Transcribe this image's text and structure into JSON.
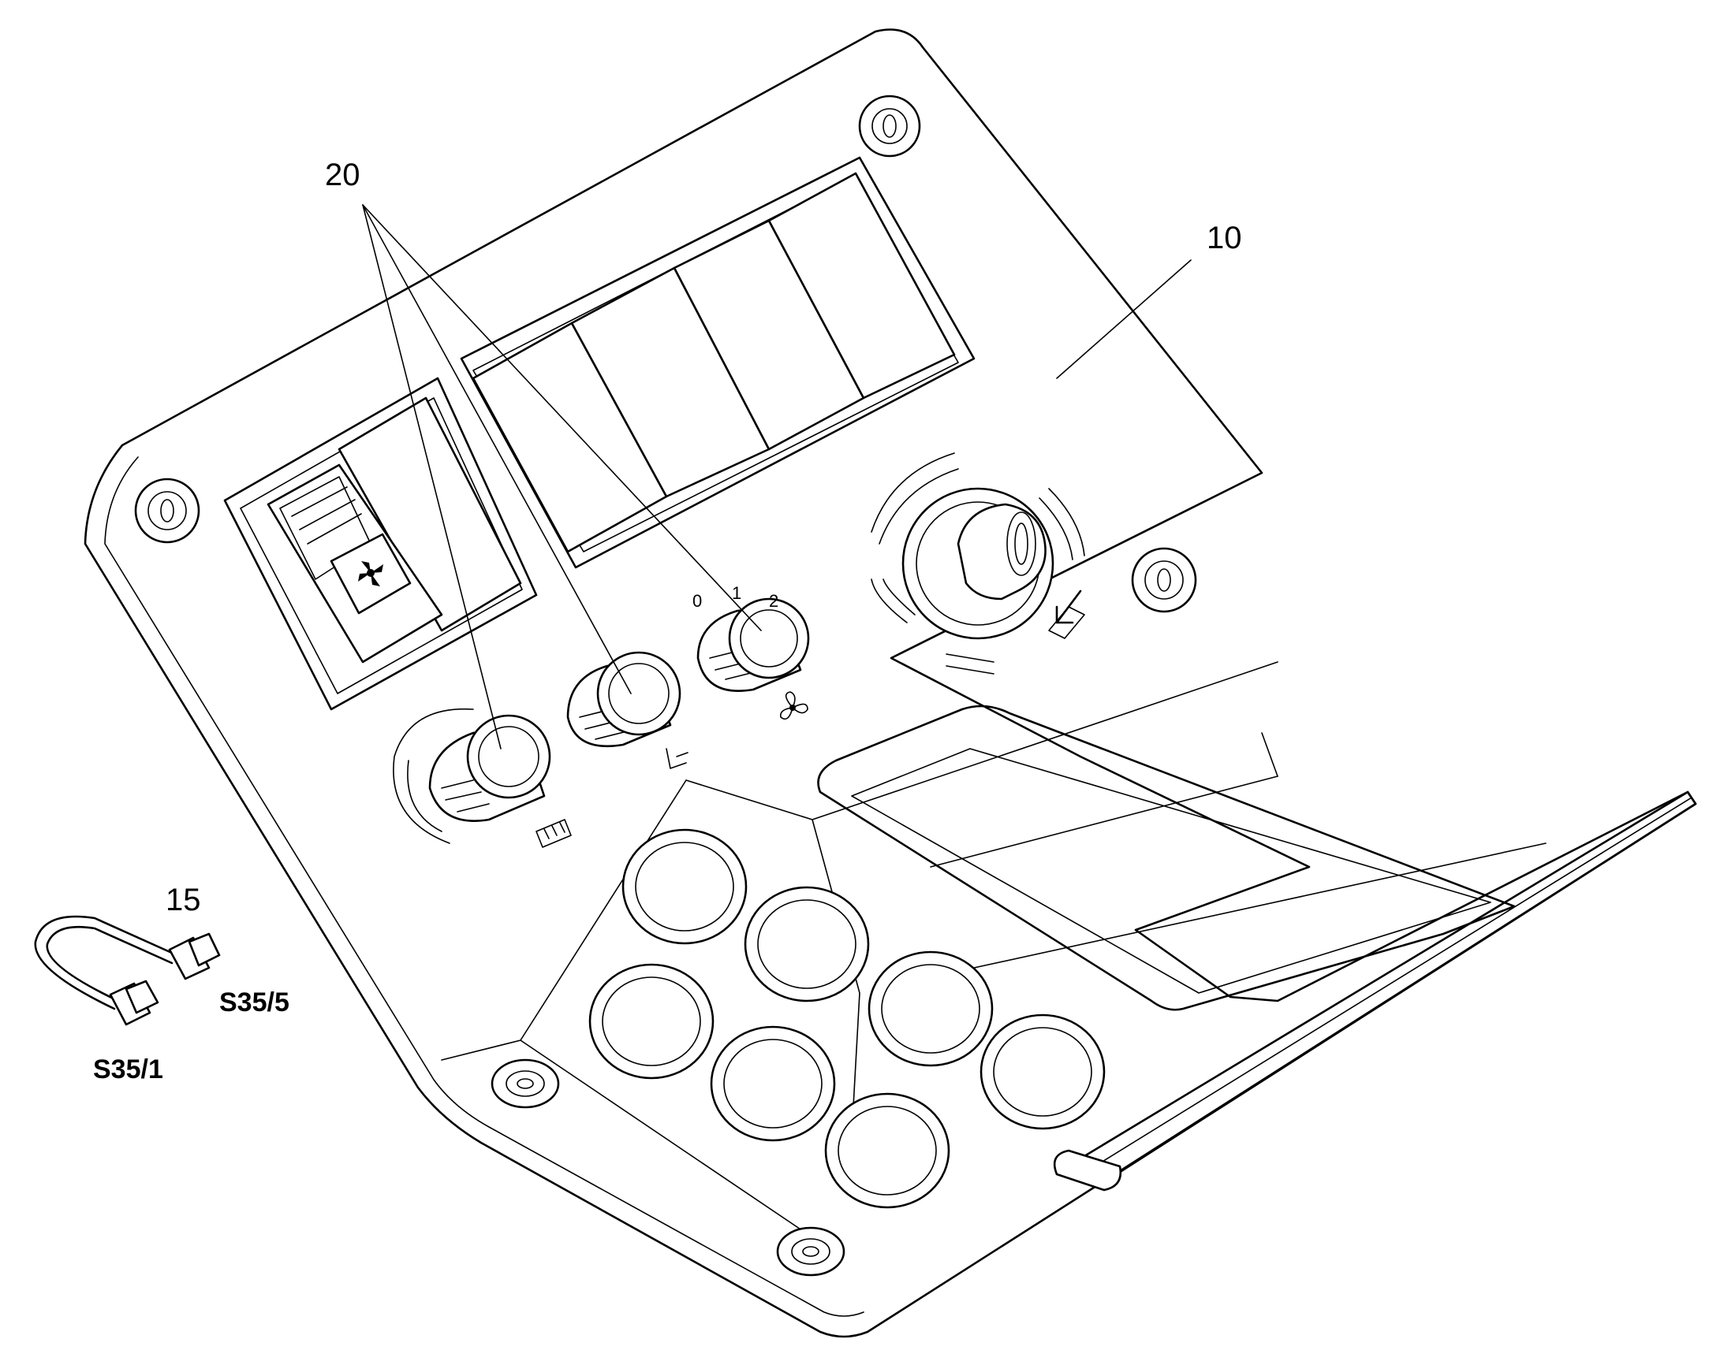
{
  "callouts": {
    "panel": "10",
    "cable": "15",
    "knobs": "20"
  },
  "connectors": {
    "left": "S35/1",
    "right": "S35/5"
  },
  "dial_marks": [
    "0",
    "1",
    "2"
  ],
  "icons": [
    "fan-icon",
    "rear-defrost-icon",
    "air-vent-icon",
    "fan-speed-icon",
    "rotate-arrow-icon"
  ]
}
